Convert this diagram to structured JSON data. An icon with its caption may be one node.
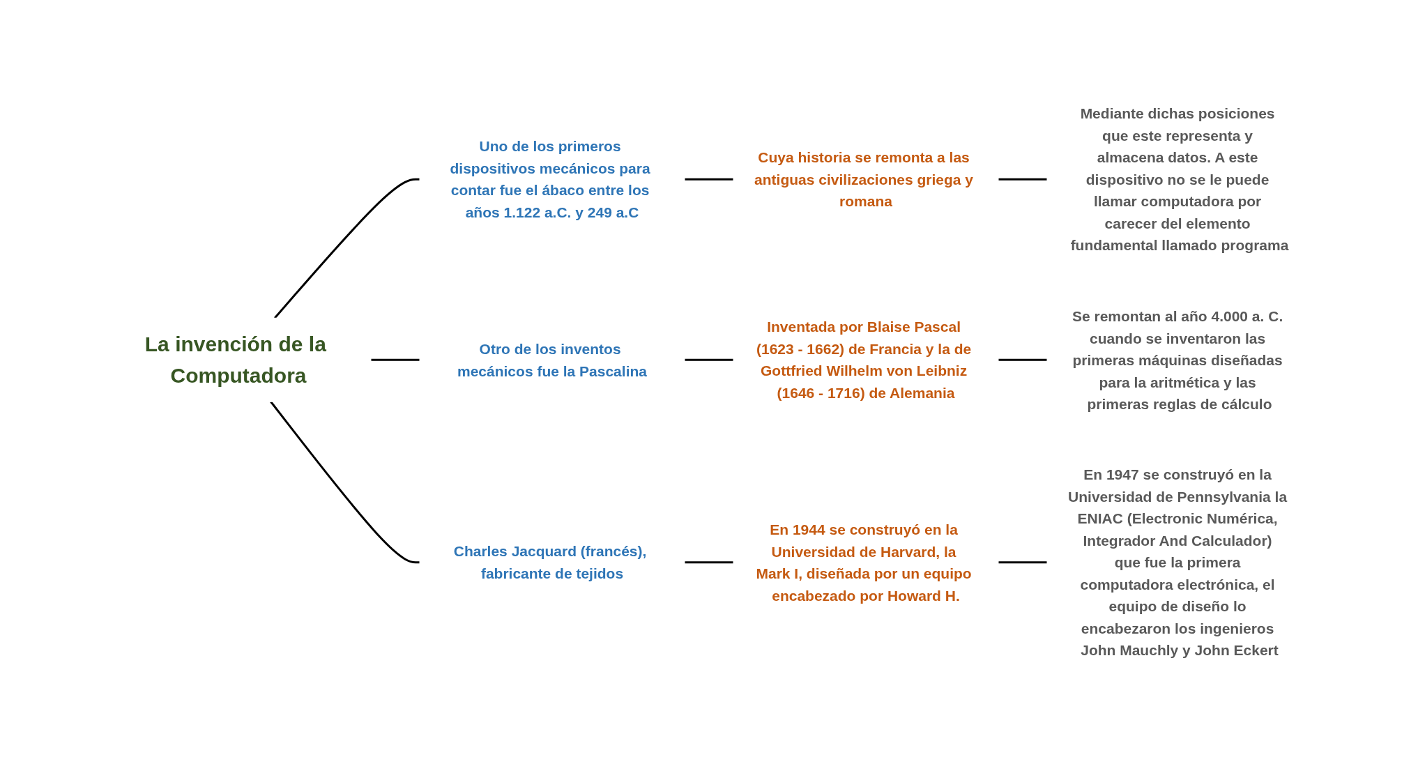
{
  "diagram": {
    "nodes": [
      {
        "text": [
          "La invención de la Computadora"
        ]
      },
      {
        "text": [
          "Uno de los primeros dispositivos mecánicos para contar fue el ábaco entre los años 1.122 a.C. y 249 a.C"
        ]
      },
      {
        "text": [
          "Cuya historia se remonta a las antiguas civilizaciones griega y romana"
        ]
      },
      {
        "text": [
          "Mediante dichas posiciones que este representa y almacena datos. A este dispositivo no se le puede llamar computadora por carecer del elemento fundamental llamado programa"
        ]
      },
      {
        "text": [
          "Otro de los inventos mecánicos fue la Pascalina"
        ]
      },
      {
        "text": [
          "Inventada por Blaise Pascal (1623 - 1662) de Francia y la de Gottfried Wilhelm von Leibniz (1646 - 1716) de Alemania"
        ]
      },
      {
        "text": [
          "Se remontan al año 4.000 a. C. cuando se inventaron las primeras máquinas diseñadas para la aritmética y las primeras reglas de cálculo"
        ]
      },
      {
        "text": [
          "Charles Jacquard (francés), fabricante de tejidos"
        ]
      },
      {
        "text": [
          "En 1944 se construyó en la Universidad de Harvard, la Mark I, diseñada por un equipo encabezado por Howard H."
        ]
      },
      {
        "text": [
          "En 1947 se construyó en la Universidad de Pennsylvania la ENIAC (Electronic Numérica, Integrador And Calculador) que fue la primera computadora electrónica, el equipo de diseño lo encabezaron los ingenieros John Mauchly y John Eckert"
        ]
      }
    ],
    "edges": [
      {
        "from": 0,
        "to": 1,
        "arrow": "none"
      },
      {
        "from": 0,
        "to": 4,
        "arrow": "none"
      },
      {
        "from": 0,
        "to": 7,
        "arrow": "none"
      },
      {
        "from": 1,
        "to": 2,
        "arrow": "none"
      },
      {
        "from": 2,
        "to": 3,
        "arrow": "none"
      },
      {
        "from": 4,
        "to": 5,
        "arrow": "none"
      },
      {
        "from": 5,
        "to": 6,
        "arrow": "none"
      },
      {
        "from": 7,
        "to": 8,
        "arrow": "none"
      },
      {
        "from": 8,
        "to": 9,
        "arrow": "none"
      }
    ]
  }
}
